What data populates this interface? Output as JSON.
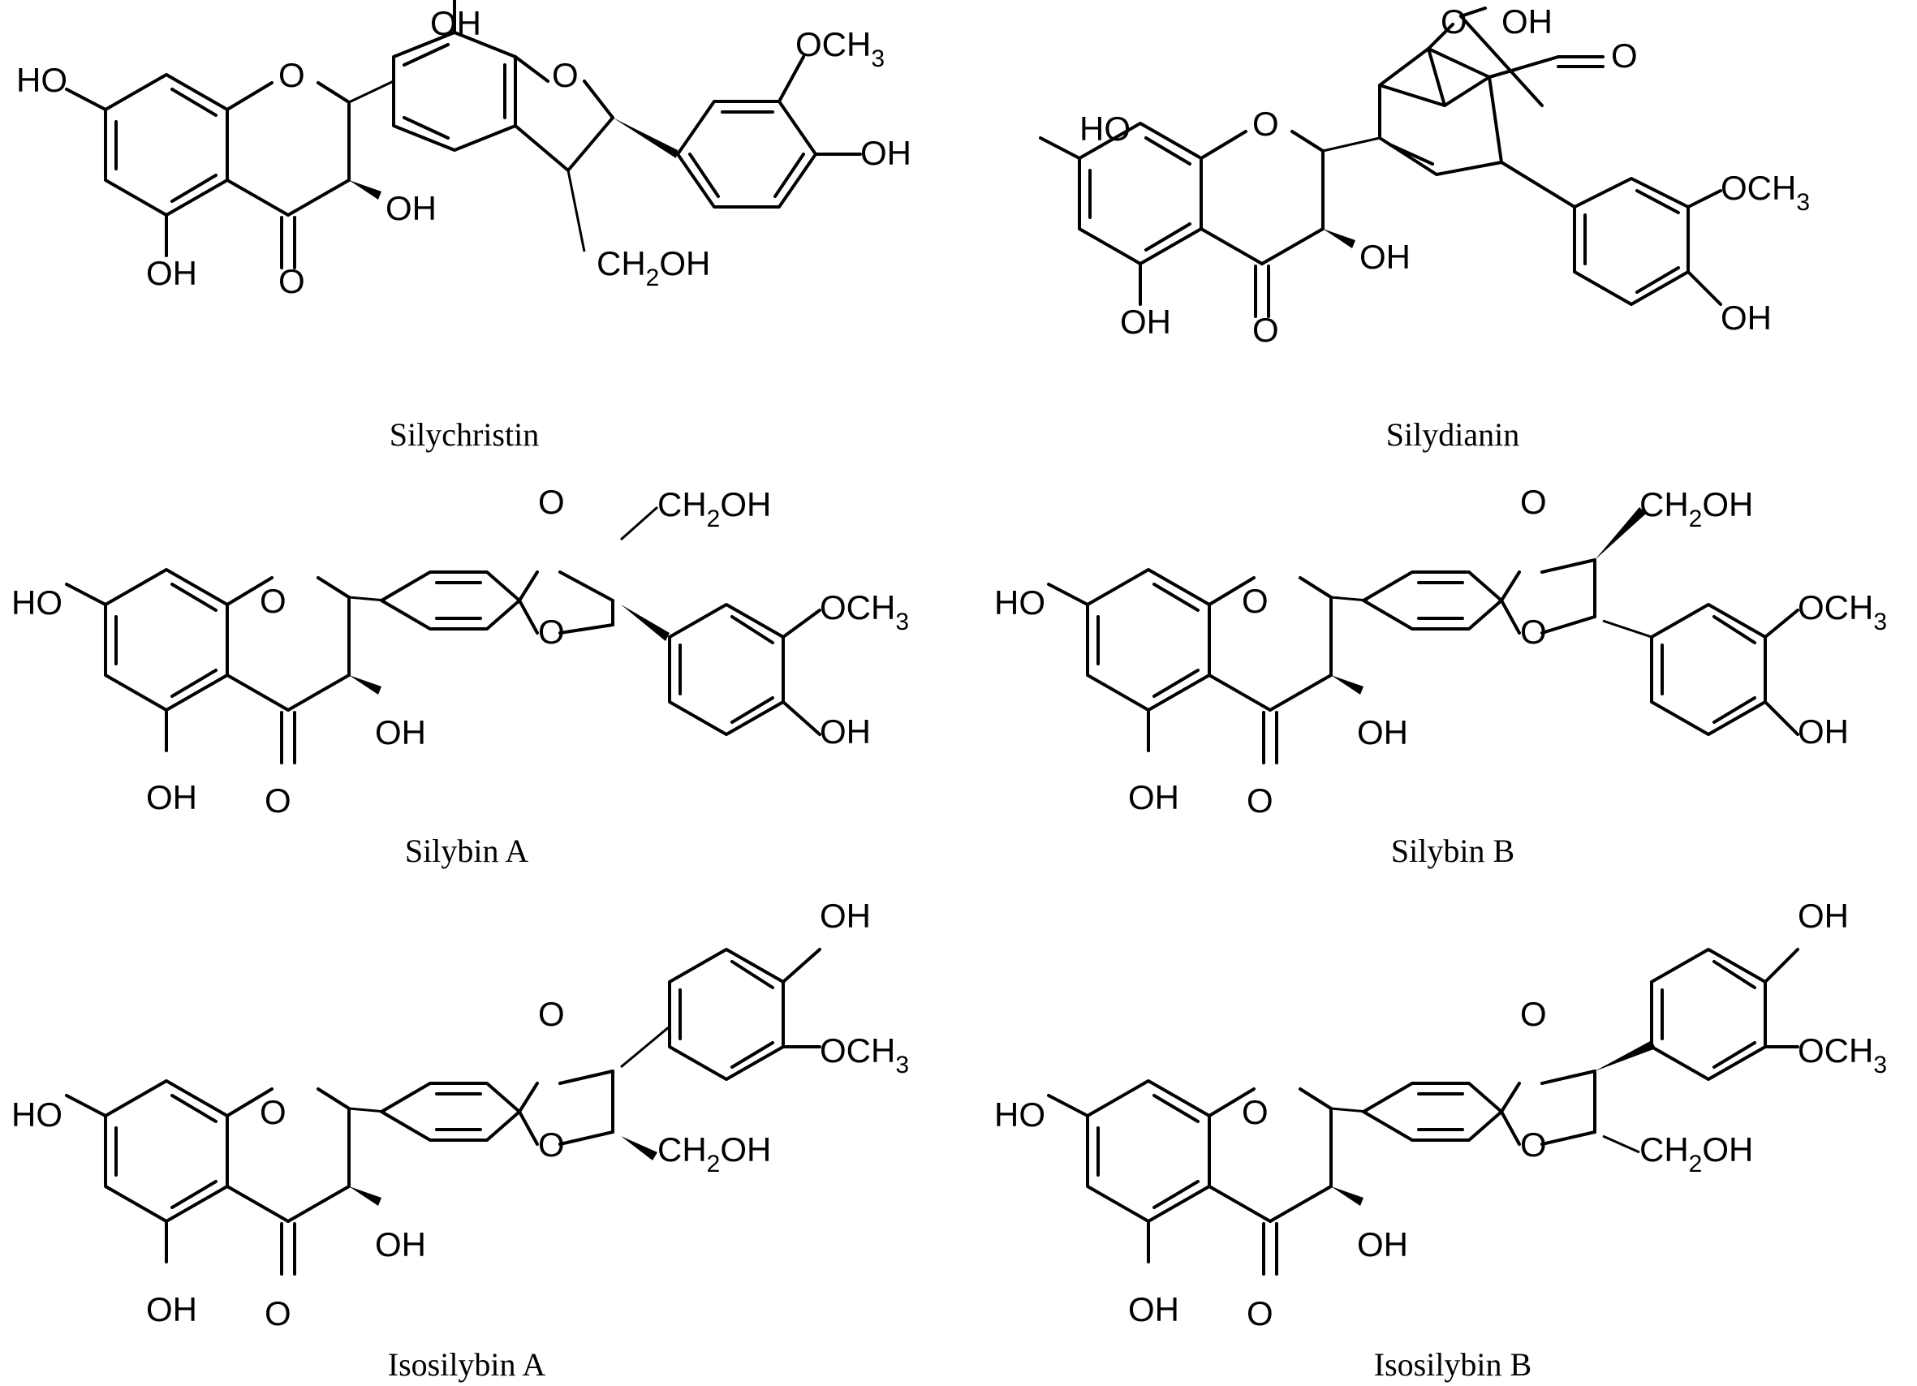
{
  "atoms": {
    "oh": "OH",
    "ho": "HO",
    "o": "O",
    "och3": "OCH3",
    "ch2oh": "CH2OH"
  },
  "captions": {
    "silychristin": "Silychristin",
    "silydianin": "Silydianin",
    "silybin_a": "Silybin A",
    "silybin_b": "Silybin B",
    "isosilybin_a": "Isosilybin A",
    "isosilybin_b": "Isosilybin B"
  }
}
